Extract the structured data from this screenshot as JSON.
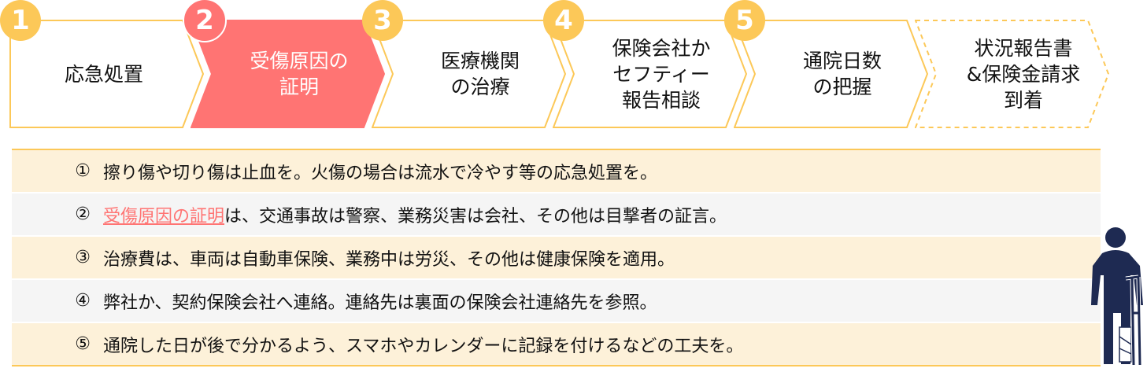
{
  "steps": [
    {
      "num": "1",
      "label": "応急処置",
      "style": "normal"
    },
    {
      "num": "2",
      "label": "受傷原因の\n証明",
      "style": "active"
    },
    {
      "num": "3",
      "label": "医療機関\nの治療",
      "style": "normal"
    },
    {
      "num": "4",
      "label": "保険会社か\nセフティー\n報告相談",
      "style": "normal"
    },
    {
      "num": "5",
      "label": "通院日数\nの把握",
      "style": "normal"
    },
    {
      "num": "",
      "label": "状況報告書\n&保険金請求\n到着",
      "style": "dashed"
    }
  ],
  "rows": [
    {
      "num": "①",
      "highlight": "",
      "text": "擦り傷や切り傷は止血を。火傷の場合は流水で冷やす等の応急処置を。"
    },
    {
      "num": "②",
      "highlight": "受傷原因の証明",
      "text": "は、交通事故は警察、業務災害は会社、その他は目撃者の証言。"
    },
    {
      "num": "③",
      "highlight": "",
      "text": "治療費は、車両は自動車保険、業務中は労災、その他は健康保険を適用。"
    },
    {
      "num": "④",
      "highlight": "",
      "text": "弊社か、契約保険会社へ連絡。連絡先は裏面の保険会社連絡先を参照。"
    },
    {
      "num": "⑤",
      "highlight": "",
      "text": "通院した日が後で分かるよう、スマホやカレンダーに記録を付けるなどの工夫を。"
    }
  ],
  "colors": {
    "yellow": "#fcc858",
    "coral": "#ff7473",
    "navy": "#1e2a52"
  }
}
